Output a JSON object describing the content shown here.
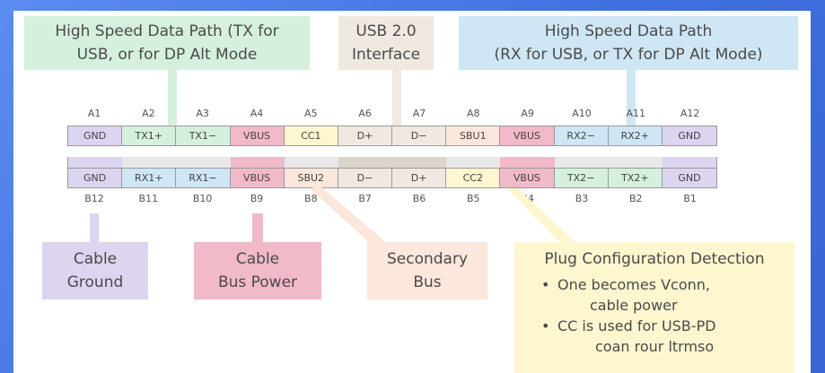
{
  "colors": {
    "green": "#d5f0de",
    "beige": "#efe9e1",
    "blue": "#cfe6f4",
    "purple": "#ddd4f0",
    "pink": "#f2b9c8",
    "peach": "#fbe7dc",
    "yellow": "#fdf6cf",
    "gray": "#d9d9d9"
  },
  "labels": {
    "tx_path": [
      "High Speed Data Path (TX for",
      "USB, or for DP Alt Mode"
    ],
    "usb2": [
      "USB 2.0",
      "Interface"
    ],
    "rx_path": [
      "High Speed Data Path",
      "(RX for USB, or TX for DP Alt Mode)"
    ],
    "cable_ground": [
      "Cable",
      "Ground"
    ],
    "bus_power": [
      "Cable",
      "Bus Power"
    ],
    "secondary_bus": [
      "Secondary",
      "Bus"
    ],
    "plug_config": {
      "title": "Plug Configuration Detection",
      "bullets": [
        "One becomes Vconn,",
        "cable power",
        "CC is used for USB-PD",
        "coan rour ltrmso"
      ]
    }
  },
  "top_pin_numbers": [
    "A1",
    "A2",
    "A3",
    "A4",
    "A5",
    "A6",
    "A7",
    "A8",
    "A9",
    "A10",
    "A11",
    "A12"
  ],
  "bottom_pin_numbers": [
    "B12",
    "B11",
    "B10",
    "B9",
    "B8",
    "B7",
    "B6",
    "B5",
    "B4",
    "B3",
    "B2",
    "B1"
  ],
  "top_row": [
    {
      "label": "GND",
      "color": "purple"
    },
    {
      "label": "TX1+",
      "color": "green"
    },
    {
      "label": "TX1−",
      "color": "green"
    },
    {
      "label": "VBUS",
      "color": "pink"
    },
    {
      "label": "CC1",
      "color": "yellow"
    },
    {
      "label": "D+",
      "color": "beige"
    },
    {
      "label": "D−",
      "color": "beige"
    },
    {
      "label": "SBU1",
      "color": "peach"
    },
    {
      "label": "VBUS",
      "color": "pink"
    },
    {
      "label": "RX2−",
      "color": "blue"
    },
    {
      "label": "RX2+",
      "color": "blue"
    },
    {
      "label": "GND",
      "color": "purple"
    }
  ],
  "bottom_row": [
    {
      "label": "GND",
      "color": "purple"
    },
    {
      "label": "RX1+",
      "color": "blue"
    },
    {
      "label": "RX1−",
      "color": "blue"
    },
    {
      "label": "VBUS",
      "color": "pink"
    },
    {
      "label": "SBU2",
      "color": "peach"
    },
    {
      "label": "D−",
      "color": "beige"
    },
    {
      "label": "D+",
      "color": "beige"
    },
    {
      "label": "CC2",
      "color": "yellow"
    },
    {
      "label": "VBUS",
      "color": "pink"
    },
    {
      "label": "TX2−",
      "color": "green"
    },
    {
      "label": "TX2+",
      "color": "green"
    },
    {
      "label": "GND",
      "color": "purple"
    }
  ]
}
